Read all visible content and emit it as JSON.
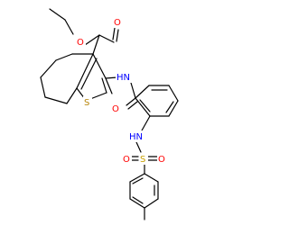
{
  "colors": {
    "bond": "#000000",
    "oxygen": "#ff0000",
    "nitrogen": "#0000ff",
    "sulfur_thiophene": "#b8860b",
    "sulfur_sulfonyl": "#c8a000",
    "background": "#ffffff"
  },
  "atoms": {
    "ester_o_single": "O",
    "ester_o_double": "O",
    "amide_nh": "HN",
    "thiophene_s": "S",
    "amide_o": "O",
    "sulfonamide_nh": "HN",
    "sulfonyl_s": "S",
    "sulfonyl_o_left": "O",
    "sulfonyl_o_right": "O"
  }
}
